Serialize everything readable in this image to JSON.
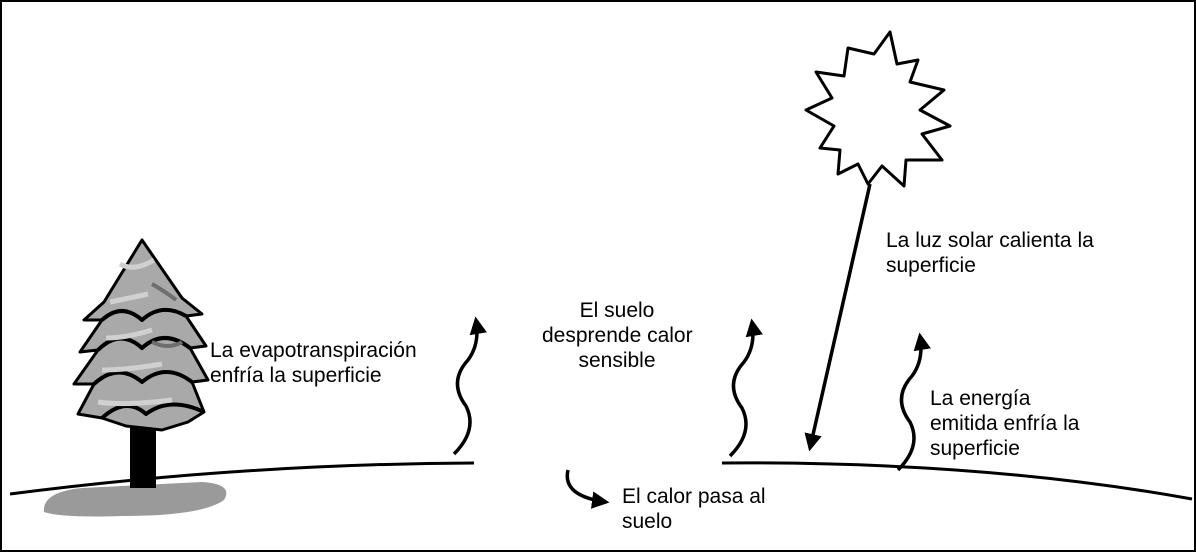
{
  "labels": {
    "sunlight": [
      "La luz solar calienta la",
      "superficie"
    ],
    "evapotranspiration": [
      "La evapotranspiración",
      "enfría la superficie"
    ],
    "sensible_heat": [
      "El suelo",
      "desprende calor",
      "sensible"
    ],
    "emitted_energy": [
      "La energía",
      "emitida enfría la",
      "superficie"
    ],
    "ground_heat": [
      "El calor pasa al",
      "suelo"
    ]
  }
}
